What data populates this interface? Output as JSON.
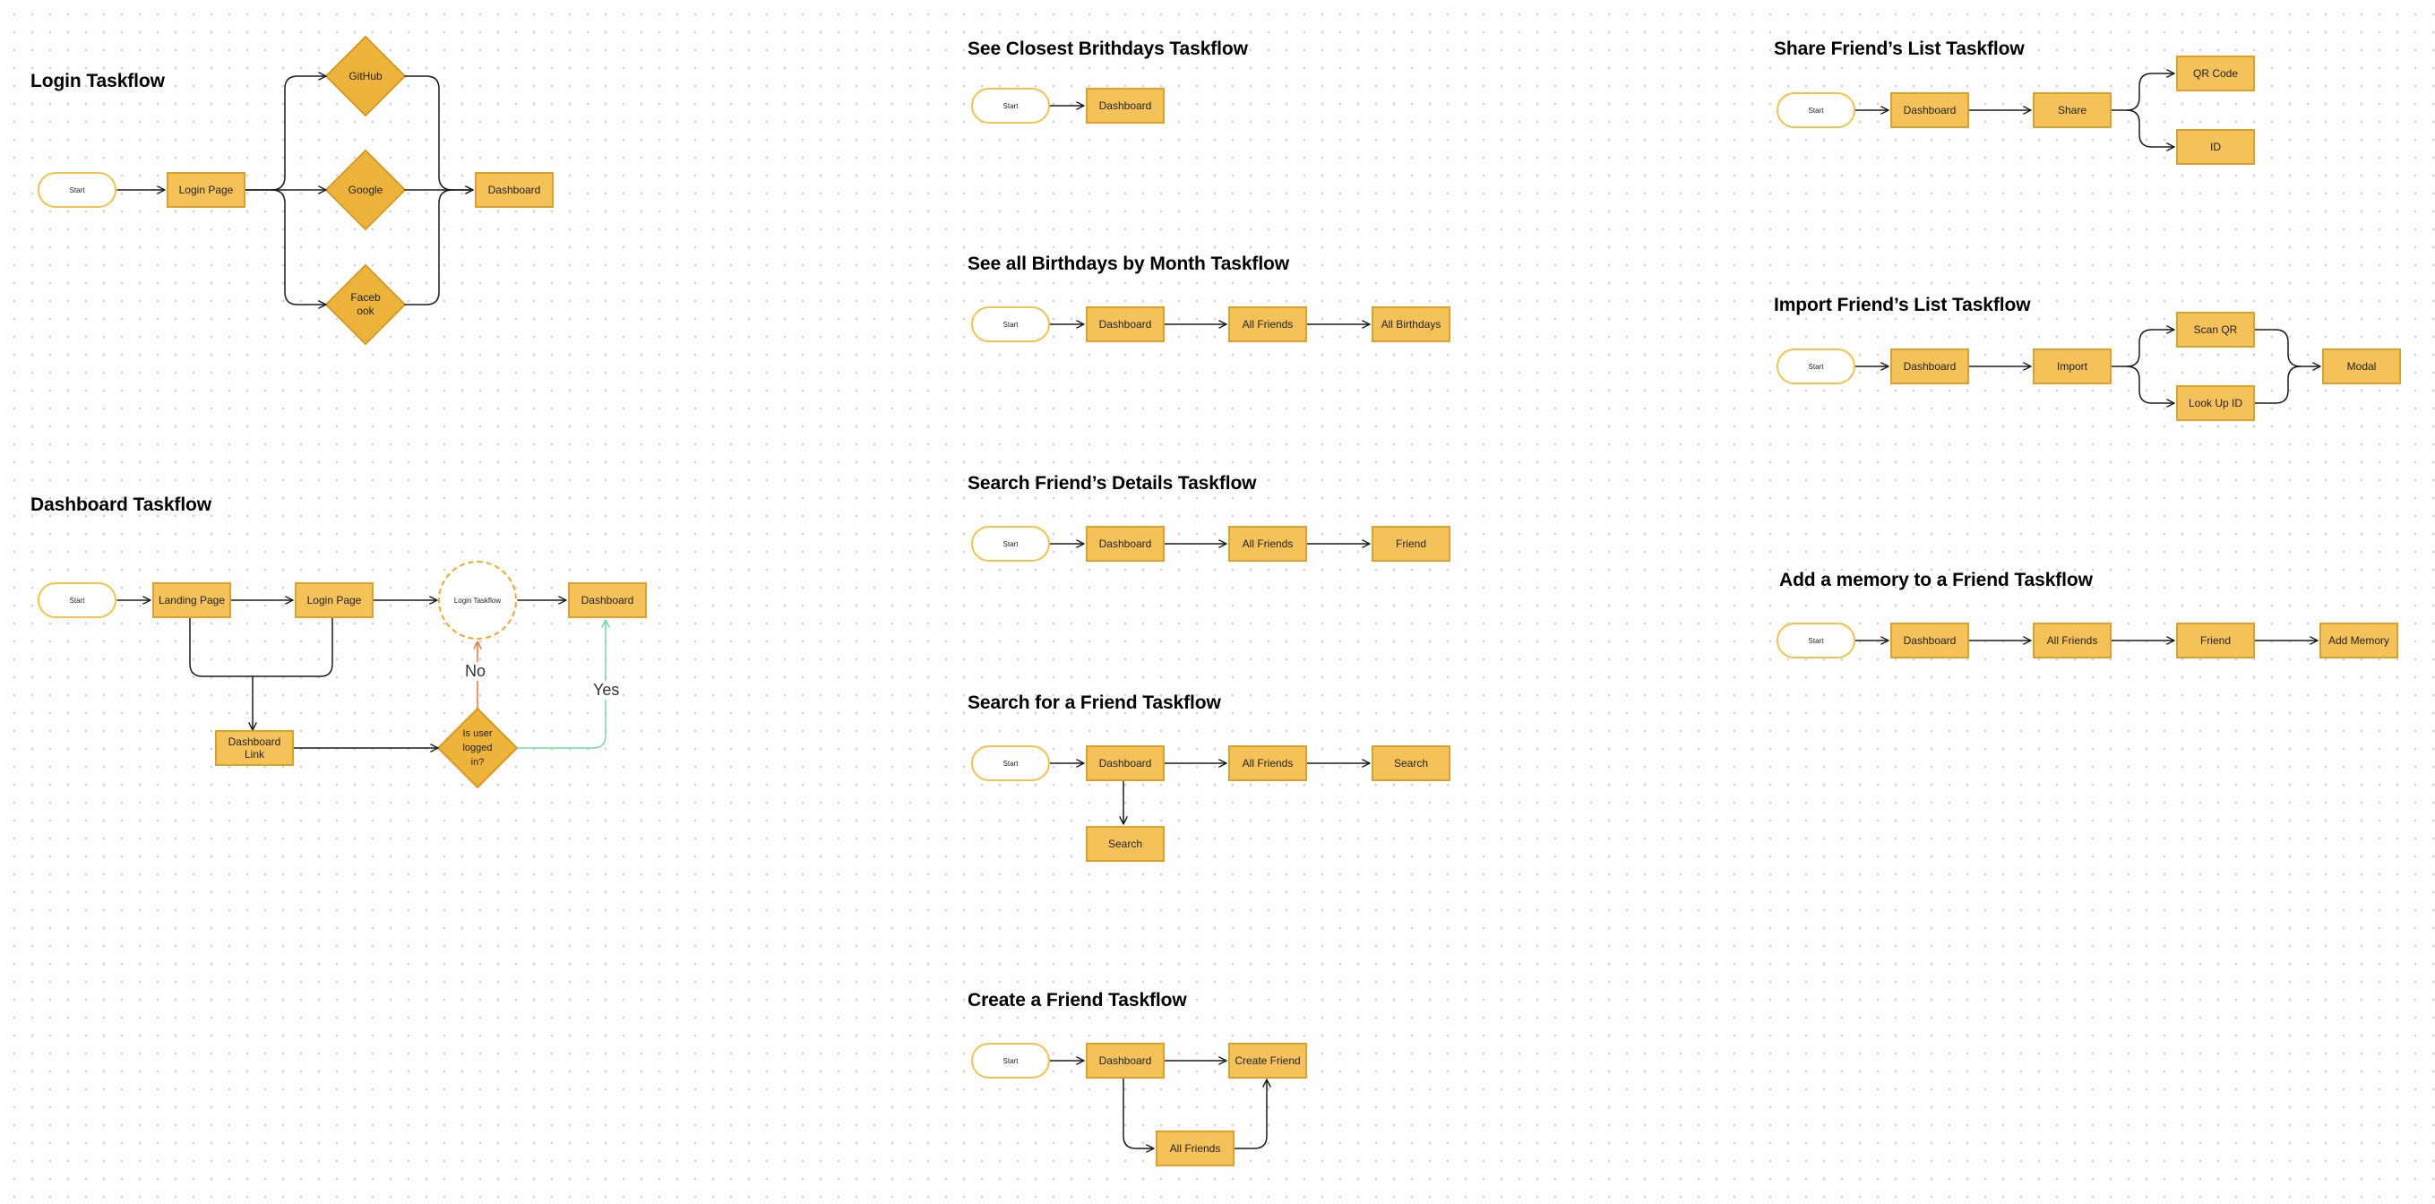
{
  "canvas": {
    "background": "#ffffff",
    "node_fill": "#f5c25a",
    "node_border": "#d9a22d",
    "decision_fill": "#eeb33b",
    "start_border": "#f2c14e",
    "edge_color": "#1a1a1a",
    "no_edge_color": "#e8763a",
    "yes_edge_color": "#78d9a8"
  },
  "login": {
    "title": "Login Taskflow",
    "start": "Start",
    "login_page": "Login Page",
    "github": "GitHub",
    "google": "Google",
    "facebook": "Faceb ook",
    "dashboard": "Dashboard"
  },
  "dashboard_flow": {
    "title": "Dashboard Taskflow",
    "start": "Start",
    "landing_page": "Landing Page",
    "login_page": "Login Page",
    "login_taskflow": "Login Taskflow",
    "dashboard": "Dashboard",
    "dashboard_link": "Dashboard Link",
    "decision": "Is user logged in?",
    "no_label": "No",
    "yes_label": "Yes"
  },
  "closest_birthdays": {
    "title": "See Closest Brithdays Taskflow",
    "start": "Start",
    "dashboard": "Dashboard"
  },
  "birthdays_by_month": {
    "title": "See all Birthdays by Month Taskflow",
    "start": "Start",
    "dashboard": "Dashboard",
    "all_friends": "All Friends",
    "all_birthdays": "All Birthdays"
  },
  "search_details": {
    "title": "Search Friend’s Details Taskflow",
    "start": "Start",
    "dashboard": "Dashboard",
    "all_friends": "All Friends",
    "friend": "Friend"
  },
  "search_friend": {
    "title": "Search for a Friend Taskflow",
    "start": "Start",
    "dashboard": "Dashboard",
    "all_friends": "All Friends",
    "search": "Search",
    "search_below": "Search"
  },
  "create_friend": {
    "title": "Create a Friend Taskflow",
    "start": "Start",
    "dashboard": "Dashboard",
    "create_friend": "Create Friend",
    "all_friends": "All Friends"
  },
  "share_list": {
    "title": "Share Friend’s List Taskflow",
    "start": "Start",
    "dashboard": "Dashboard",
    "share": "Share",
    "qr_code": "QR Code",
    "id": "ID"
  },
  "import_list": {
    "title": "Import Friend’s List Taskflow",
    "start": "Start",
    "dashboard": "Dashboard",
    "import": "Import",
    "scan_qr": "Scan QR",
    "look_up_id": "Look Up ID",
    "modal": "Modal"
  },
  "add_memory": {
    "title": "Add a memory to a Friend Taskflow",
    "start": "Start",
    "dashboard": "Dashboard",
    "all_friends": "All Friends",
    "friend": "Friend",
    "add_memory": "Add Memory"
  }
}
